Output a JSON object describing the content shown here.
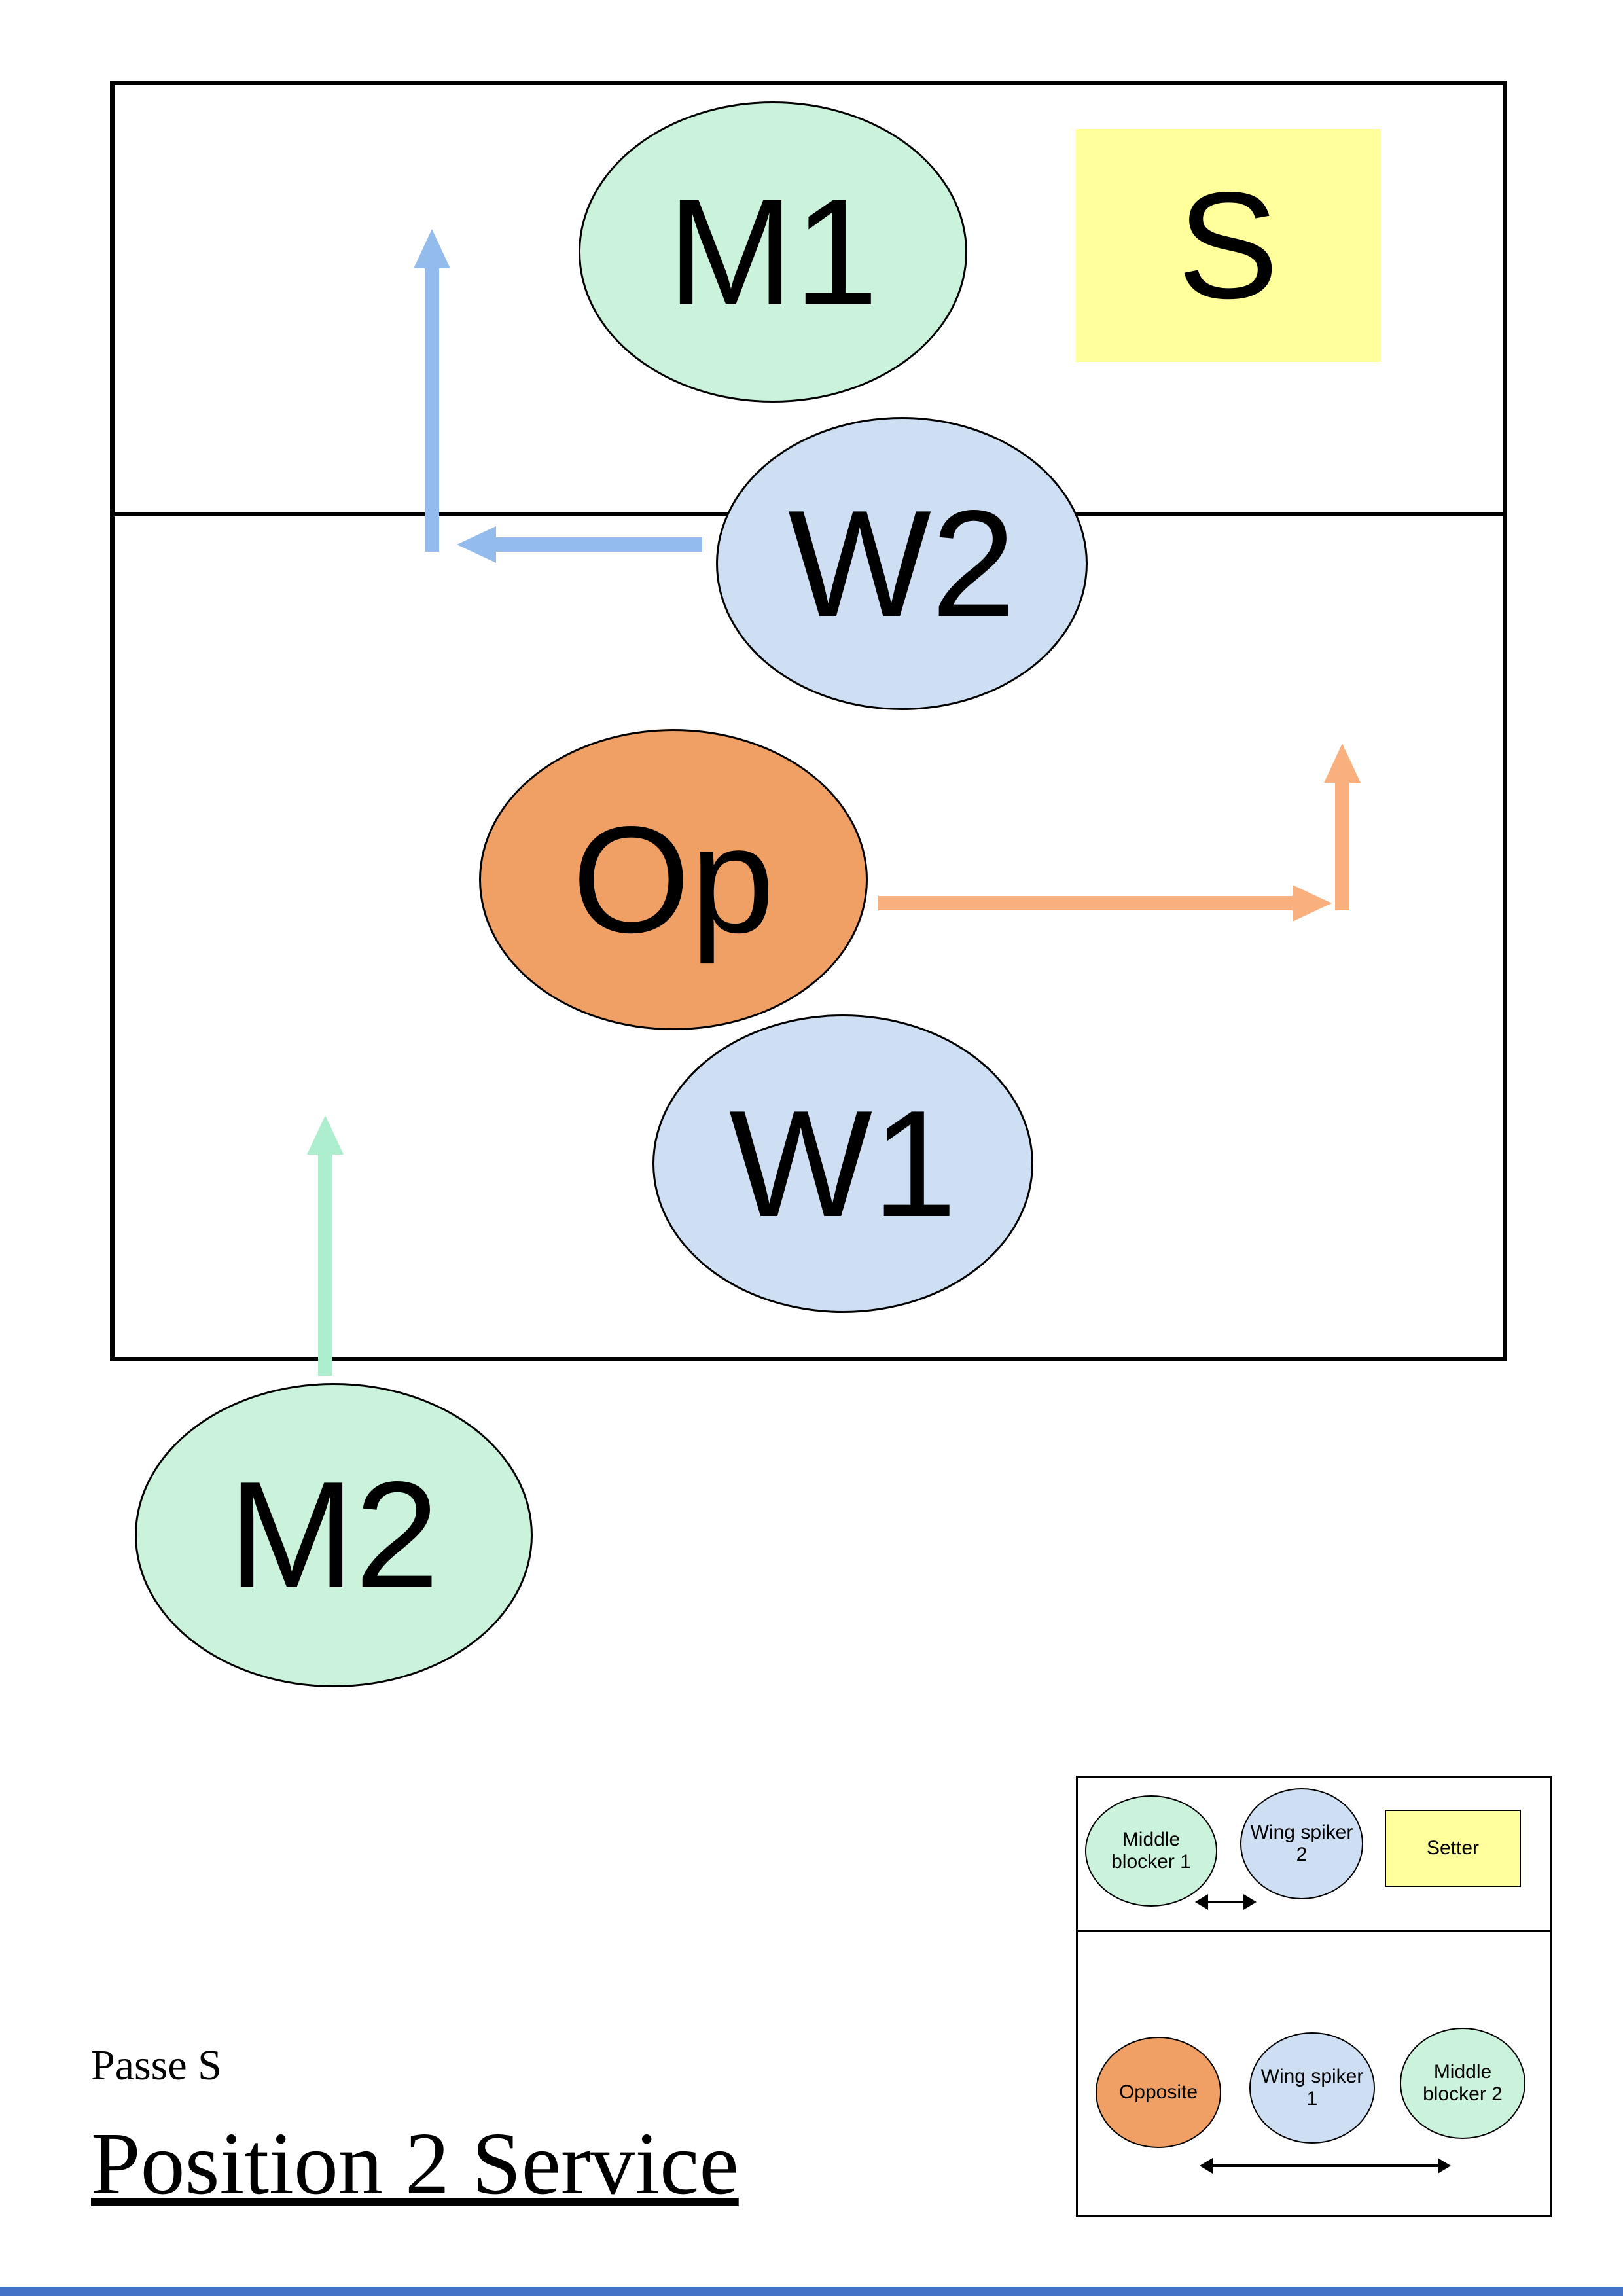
{
  "court": {
    "positions": {
      "m1": {
        "label": "M1"
      },
      "s": {
        "label": "S"
      },
      "w2": {
        "label": "W2"
      },
      "op": {
        "label": "Op"
      },
      "w1": {
        "label": "W1"
      },
      "m2": {
        "label": "M2"
      }
    },
    "arrows": [
      {
        "for": "W2",
        "path": "left-then-up",
        "color": "#93BBEC"
      },
      {
        "for": "Op",
        "path": "right-then-up",
        "color": "#FAAF7E"
      },
      {
        "for": "M2",
        "path": "up",
        "color": "#ACEECD"
      }
    ]
  },
  "legend": {
    "row1": [
      {
        "label": "Middle blocker 1",
        "shape": "ellipse",
        "color": "#CBF2DA"
      },
      {
        "label": "Wing spiker 2",
        "shape": "ellipse",
        "color": "#CEDFF4"
      },
      {
        "label": "Setter",
        "shape": "rect",
        "color": "#FFFF9C"
      }
    ],
    "row2": [
      {
        "label": "Opposite",
        "shape": "ellipse",
        "color": "#F0A065"
      },
      {
        "label": "Wing spiker 1",
        "shape": "ellipse",
        "color": "#CEDFF4"
      },
      {
        "label": "Middle blocker 2",
        "shape": "ellipse",
        "color": "#CBF2DA"
      }
    ]
  },
  "footer": {
    "subtitle": "Passe S",
    "title": "Position 2 Service"
  },
  "colors": {
    "middle_blocker_fill": "#CBF2DA",
    "wing_spiker_fill": "#CEDFF4",
    "opposite_fill": "#F0A065",
    "setter_fill": "#FFFF9C",
    "arrow_blue": "#93BBEC",
    "arrow_orange": "#FAAF7E",
    "arrow_green": "#ACEECD",
    "outline": "#000000",
    "bottom_strip": "#4472C4"
  }
}
